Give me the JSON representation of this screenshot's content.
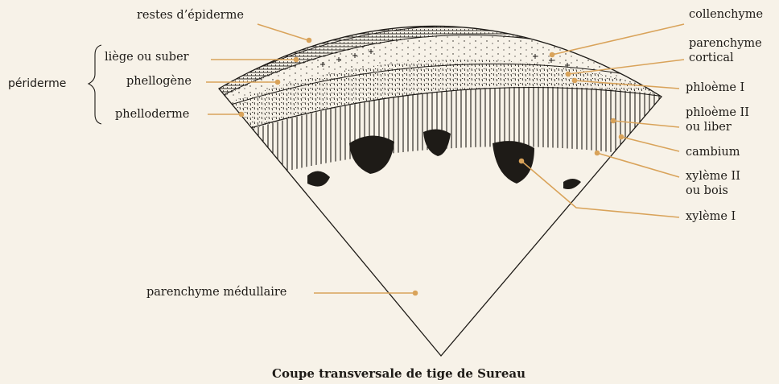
{
  "caption": "Coupe transversale de tige de Sureau",
  "group_label": "périderme",
  "labels": {
    "restes_epiderme": "restes d’épiderme",
    "liege": "liège ou suber",
    "phellogene": "phellogène",
    "phelloderme": "phelloderme",
    "collenchyme": "collenchyme",
    "parenchyme_cortical_1": "parenchyme",
    "parenchyme_cortical_2": "cortical",
    "phloeme_1": "phloème I",
    "phloeme_2_1": "phloème II",
    "phloeme_2_2": "ou liber",
    "cambium": "cambium",
    "xyleme_2_1": "xylème II",
    "xyleme_2_2": "ou bois",
    "xyleme_1": "xylème I",
    "medullaire": "parenchyme médullaire"
  },
  "colors": {
    "background": "#f7f2e8",
    "ink": "#1e1b17",
    "leader_line": "#d9a35a"
  }
}
